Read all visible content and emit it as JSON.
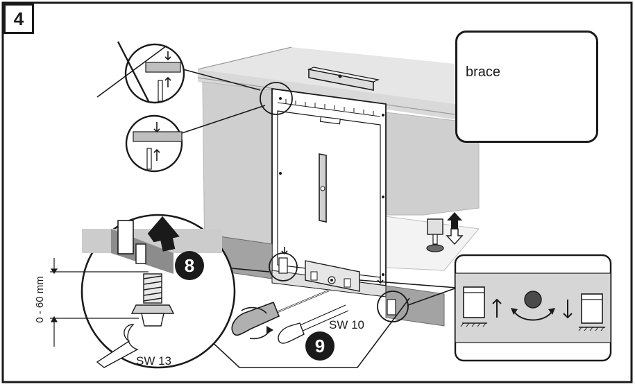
{
  "step": {
    "number": "4"
  },
  "callout": {
    "text": "brace"
  },
  "labels": {
    "step_8": "8",
    "step_9": "9",
    "sw10": "SW 10",
    "sw13": "SW 13",
    "range": "0 - 60 mm"
  },
  "colors": {
    "outline": "#1a1a1a",
    "worktop": "#e4e4e4",
    "cabinet": "#cdcdcd",
    "plinth": "#9a9a9a",
    "panel_bg": "#d6d6d6",
    "badge": "#1a1a1a"
  }
}
